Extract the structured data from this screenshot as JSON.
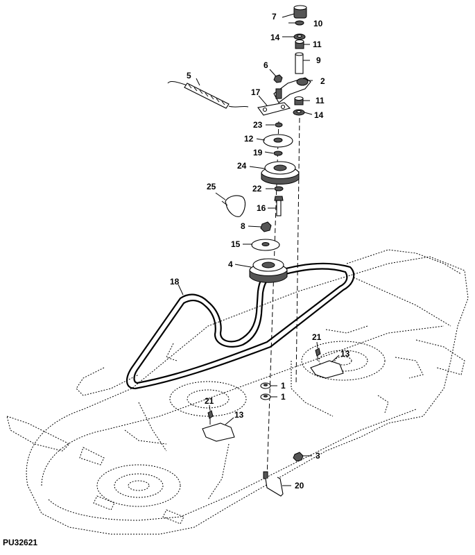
{
  "figure_id": "PU32621",
  "callouts": {
    "c1a": "1",
    "c1b": "1",
    "c2": "2",
    "c3": "3",
    "c4": "4",
    "c5": "5",
    "c6": "6",
    "c7": "7",
    "c8": "8",
    "c9": "9",
    "c10": "10",
    "c11a": "11",
    "c11b": "11",
    "c12": "12",
    "c13a": "13",
    "c13b": "13",
    "c14a": "14",
    "c14b": "14",
    "c15": "15",
    "c16": "16",
    "c17": "17",
    "c18": "18",
    "c19": "19",
    "c20": "20",
    "c21a": "21",
    "c21b": "21",
    "c22": "22",
    "c23": "23",
    "c24": "24",
    "c25": "25"
  }
}
